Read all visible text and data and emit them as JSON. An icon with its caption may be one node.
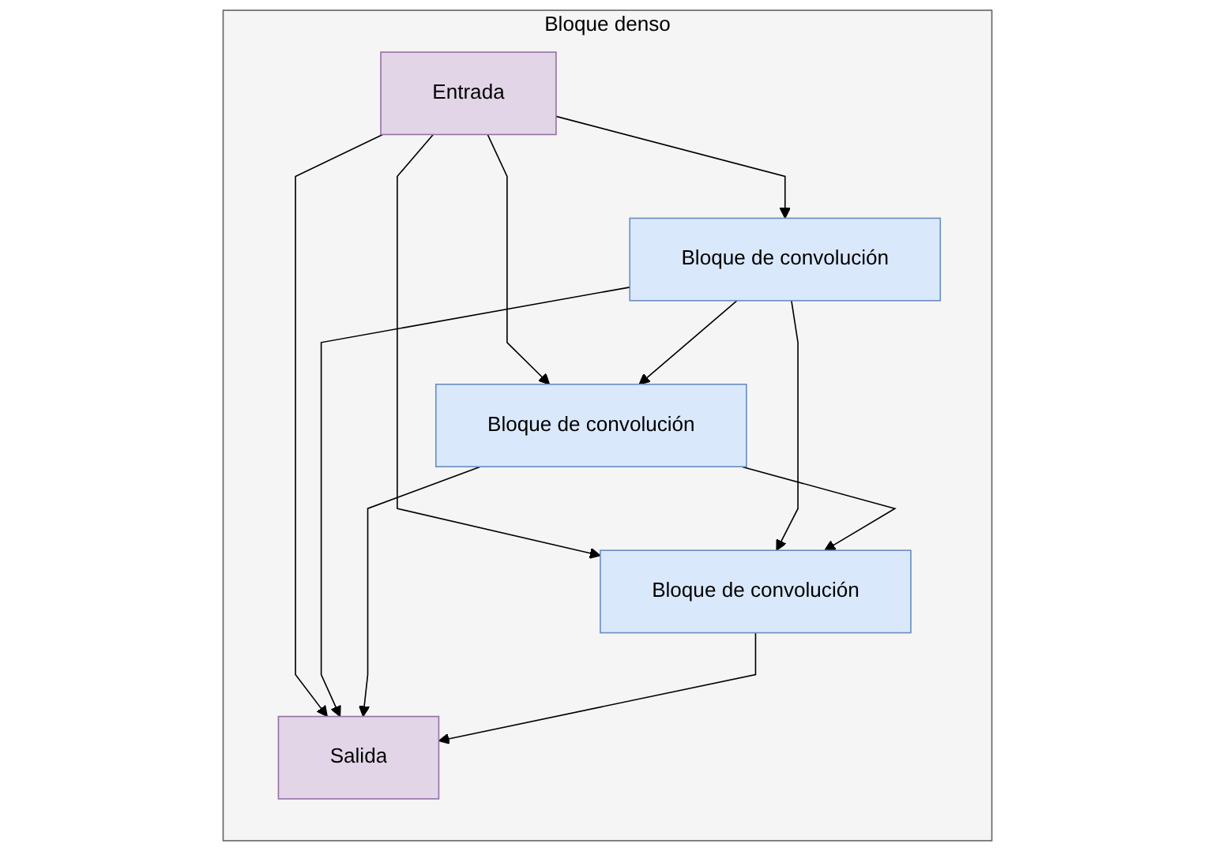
{
  "diagram": {
    "nodes": [
      {
        "text": [
          "Bloque denso"
        ]
      },
      {
        "text": [
          "Entrada"
        ],
        "in": 0
      },
      {
        "text": [
          "Bloque de convolución"
        ],
        "in": 0
      },
      {
        "text": [
          "Bloque de convolución"
        ],
        "in": 0
      },
      {
        "text": [
          "Bloque de convolución"
        ],
        "in": 0
      },
      {
        "text": [
          "Salida"
        ],
        "in": 0
      }
    ],
    "edges": [
      {
        "from": 1,
        "to": 2,
        "arrow": "to"
      },
      {
        "from": 1,
        "to": 3,
        "arrow": "to"
      },
      {
        "from": 1,
        "to": 4,
        "arrow": "to"
      },
      {
        "from": 1,
        "to": 5,
        "arrow": "to"
      },
      {
        "from": 2,
        "to": 3,
        "arrow": "to"
      },
      {
        "from": 2,
        "to": 4,
        "arrow": "to"
      },
      {
        "from": 2,
        "to": 5,
        "arrow": "to"
      },
      {
        "from": 3,
        "to": 4,
        "arrow": "to"
      },
      {
        "from": 3,
        "to": 5,
        "arrow": "to"
      },
      {
        "from": 4,
        "to": 5,
        "arrow": "to"
      }
    ]
  }
}
